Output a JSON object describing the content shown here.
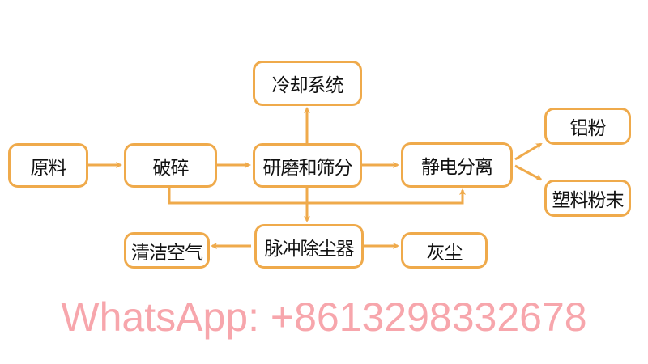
{
  "nodes": {
    "raw": "原料",
    "crush": "破碎",
    "grind": "研磨和筛分",
    "cool": "冷却系统",
    "separate": "静电分离",
    "aluminum": "铝粉",
    "plastic": "塑料粉末",
    "clean_air": "清洁空气",
    "pulse": "脉冲除尘器",
    "dust": "灰尘"
  },
  "watermark": "WhatsApp: +8613298332678",
  "colors": {
    "accent": "#EFAA4B",
    "watermark": "#F57882"
  }
}
